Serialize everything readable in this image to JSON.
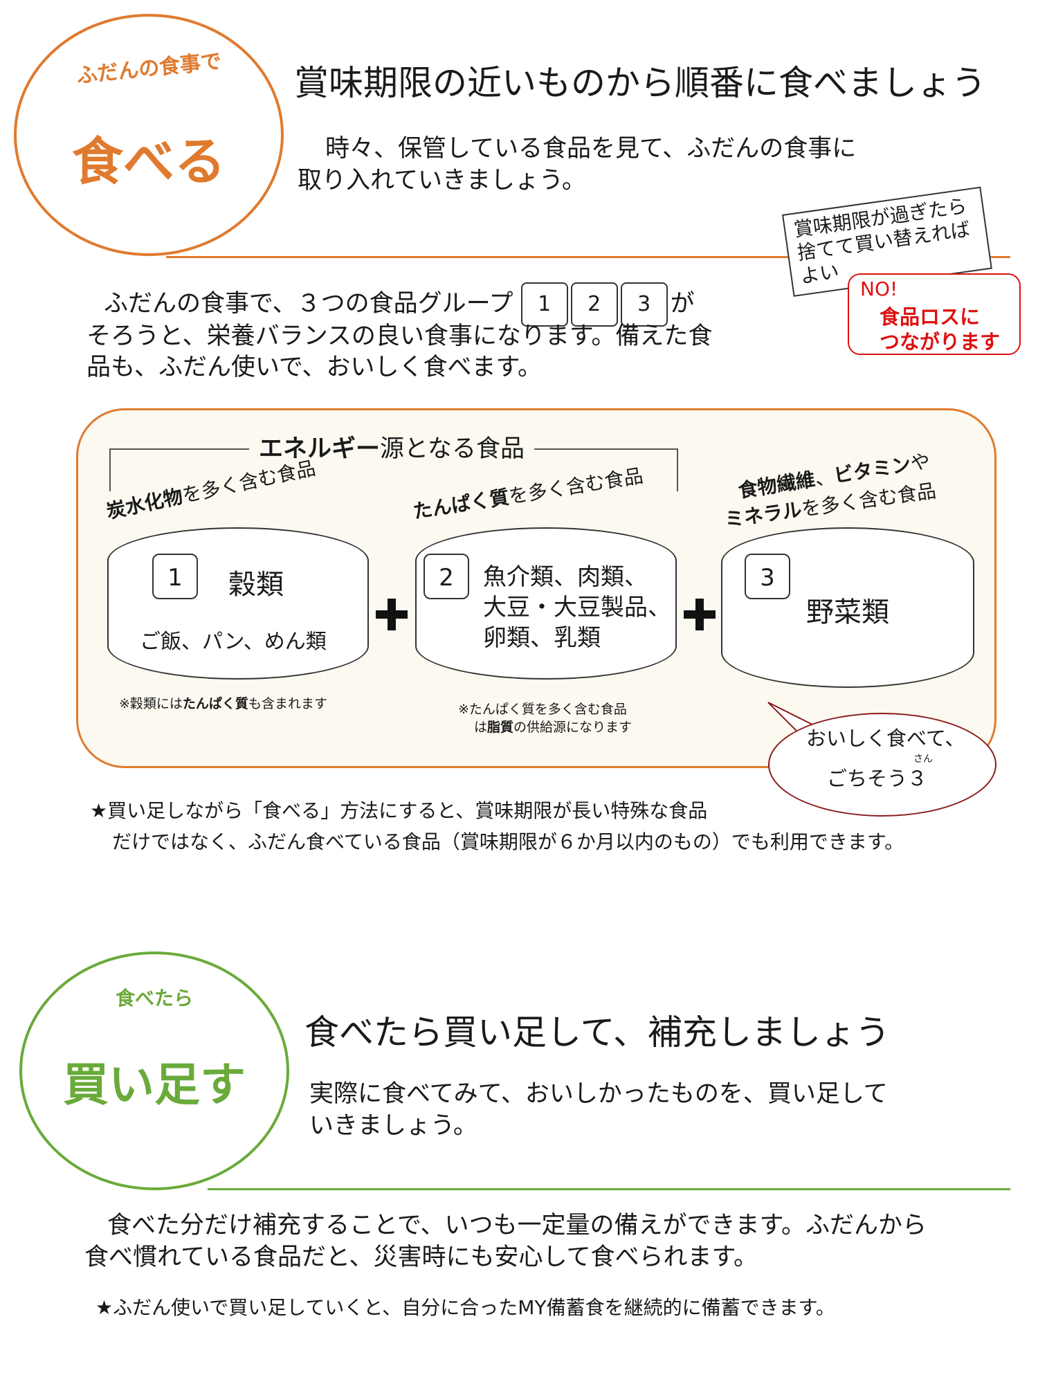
{
  "eat_section": {
    "circle_sub": "ふだんの食事で",
    "circle_main": "食べる",
    "heading": "賞味期限の近いものから順番に食べましょう",
    "intro_line1": "時々、保管している食品を見て、ふだんの食事に",
    "intro_line2": "取り入れていきましょう。",
    "note_line1": "賞味期限が過ぎたら",
    "note_line2": "捨てて買い替えれば",
    "note_line3": "よい",
    "red_no": "NO!",
    "red_line1": "食品ロスに",
    "red_line2": "つながります",
    "body_line1_pre": "ふだんの食事で、３つの食品グループ",
    "body_line1_post": "が",
    "group_numbers": [
      "1",
      "2",
      "3"
    ],
    "body_line2": "そろうと、栄養バランスの良い食事になります。備えた食",
    "body_line3": "品も、ふだん使いで、おいしく食べます。",
    "panel": {
      "energy_bold": "エネルギー",
      "energy_rest": "源となる食品",
      "groups": [
        {
          "label_bold": "炭水化物",
          "label_rest": "を多く含む食品",
          "number": "1",
          "name": "穀類",
          "examples": "ご飯、パン、めん類",
          "note_pre": "※穀類には",
          "note_bold": "たんぱく質",
          "note_post": "も含まれます"
        },
        {
          "label_bold": "たんぱく質",
          "label_rest": "を多く含む食品",
          "number": "2",
          "name_line1": "魚介類、肉類、",
          "name_line2": "大豆・大豆製品、",
          "name_line3": "卵類、乳類",
          "note_line1": "※たんぱく質を多く含む食品",
          "note_pre": "は",
          "note_bold": "脂質",
          "note_post": "の供給源になります"
        },
        {
          "label1_bold": "食物繊維",
          "label1_mid": "、",
          "label1_bold2": "ビタミン",
          "label1_rest": "や",
          "label2_bold": "ミネラル",
          "label2_rest": "を多く含む食品",
          "number": "3",
          "name": "野菜類"
        }
      ],
      "bubble_line1": "おいしく食べて、",
      "bubble_line2": "ごちそう３",
      "bubble_ruby": "さん"
    },
    "star_line1": "★買い足しながら「食べる」方法にすると、賞味期限が長い特殊な食品",
    "star_line2": "だけではなく、ふだん食べている食品（賞味期限が６か月以内のもの）でも利用できます。"
  },
  "buy_section": {
    "circle_sub": "食べたら",
    "circle_main": "買い足す",
    "heading": "食べたら買い足して、補充しましょう",
    "intro_line1": "実際に食べてみて、おいしかったものを、買い足して",
    "intro_line2": "いきましょう。",
    "body_line1": "食べた分だけ補充することで、いつも一定量の備えができます。ふだんから",
    "body_line2": "食べ慣れている食品だと、災害時にも安心して食べられます。",
    "star_line": "★ふだん使いで買い足していくと、自分に合ったMY備蓄食を継続的に備蓄できます。"
  },
  "colors": {
    "orange": "#e07a2e",
    "green": "#6aaa3a",
    "red": "#d11111",
    "panel_bg": "#fcf9f0"
  }
}
